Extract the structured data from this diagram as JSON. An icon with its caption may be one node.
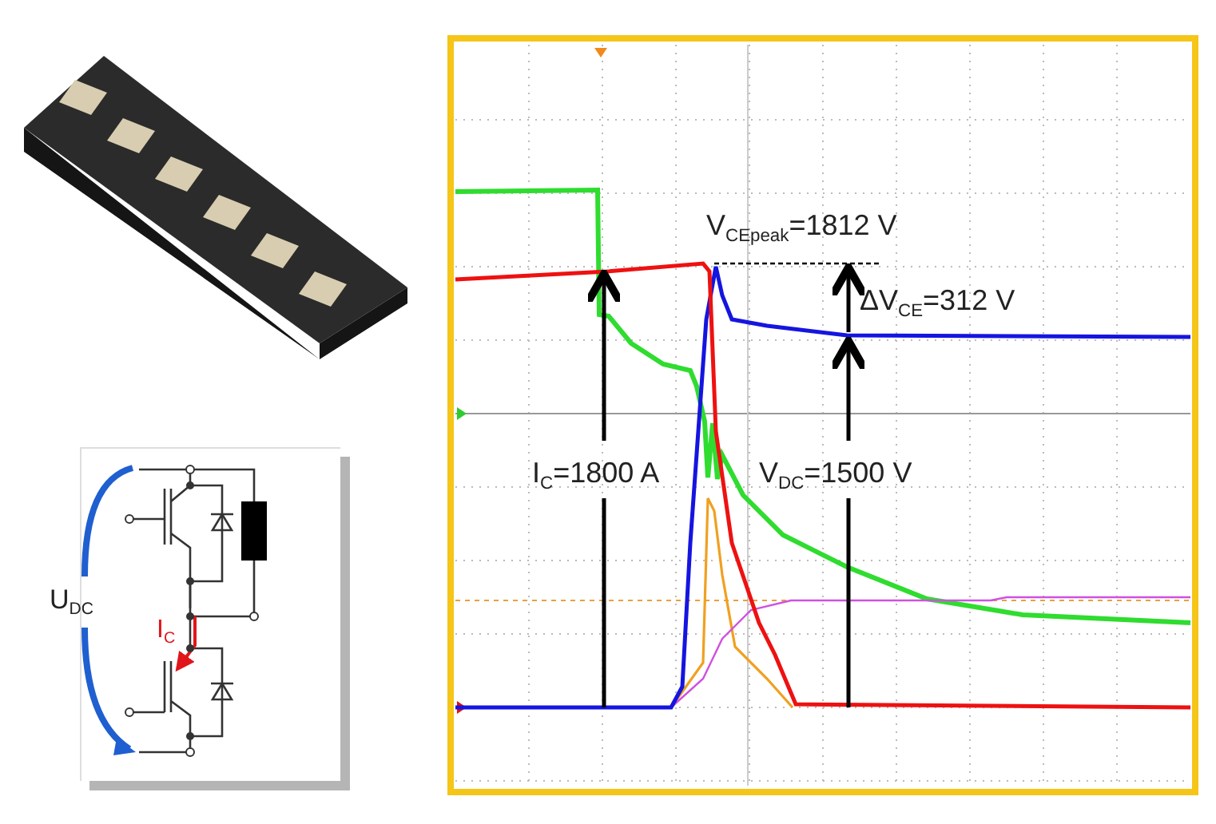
{
  "diagram": {
    "labels": [
      "U$_{DC}$",
      "I$_{C}$",
      "V$_{CEpeak}$=1812 V",
      "ΔV$_{CE}$=312 V",
      "I$_{C}$=1800 A",
      "V$_{DC}$=1500 V"
    ]
  }
}
